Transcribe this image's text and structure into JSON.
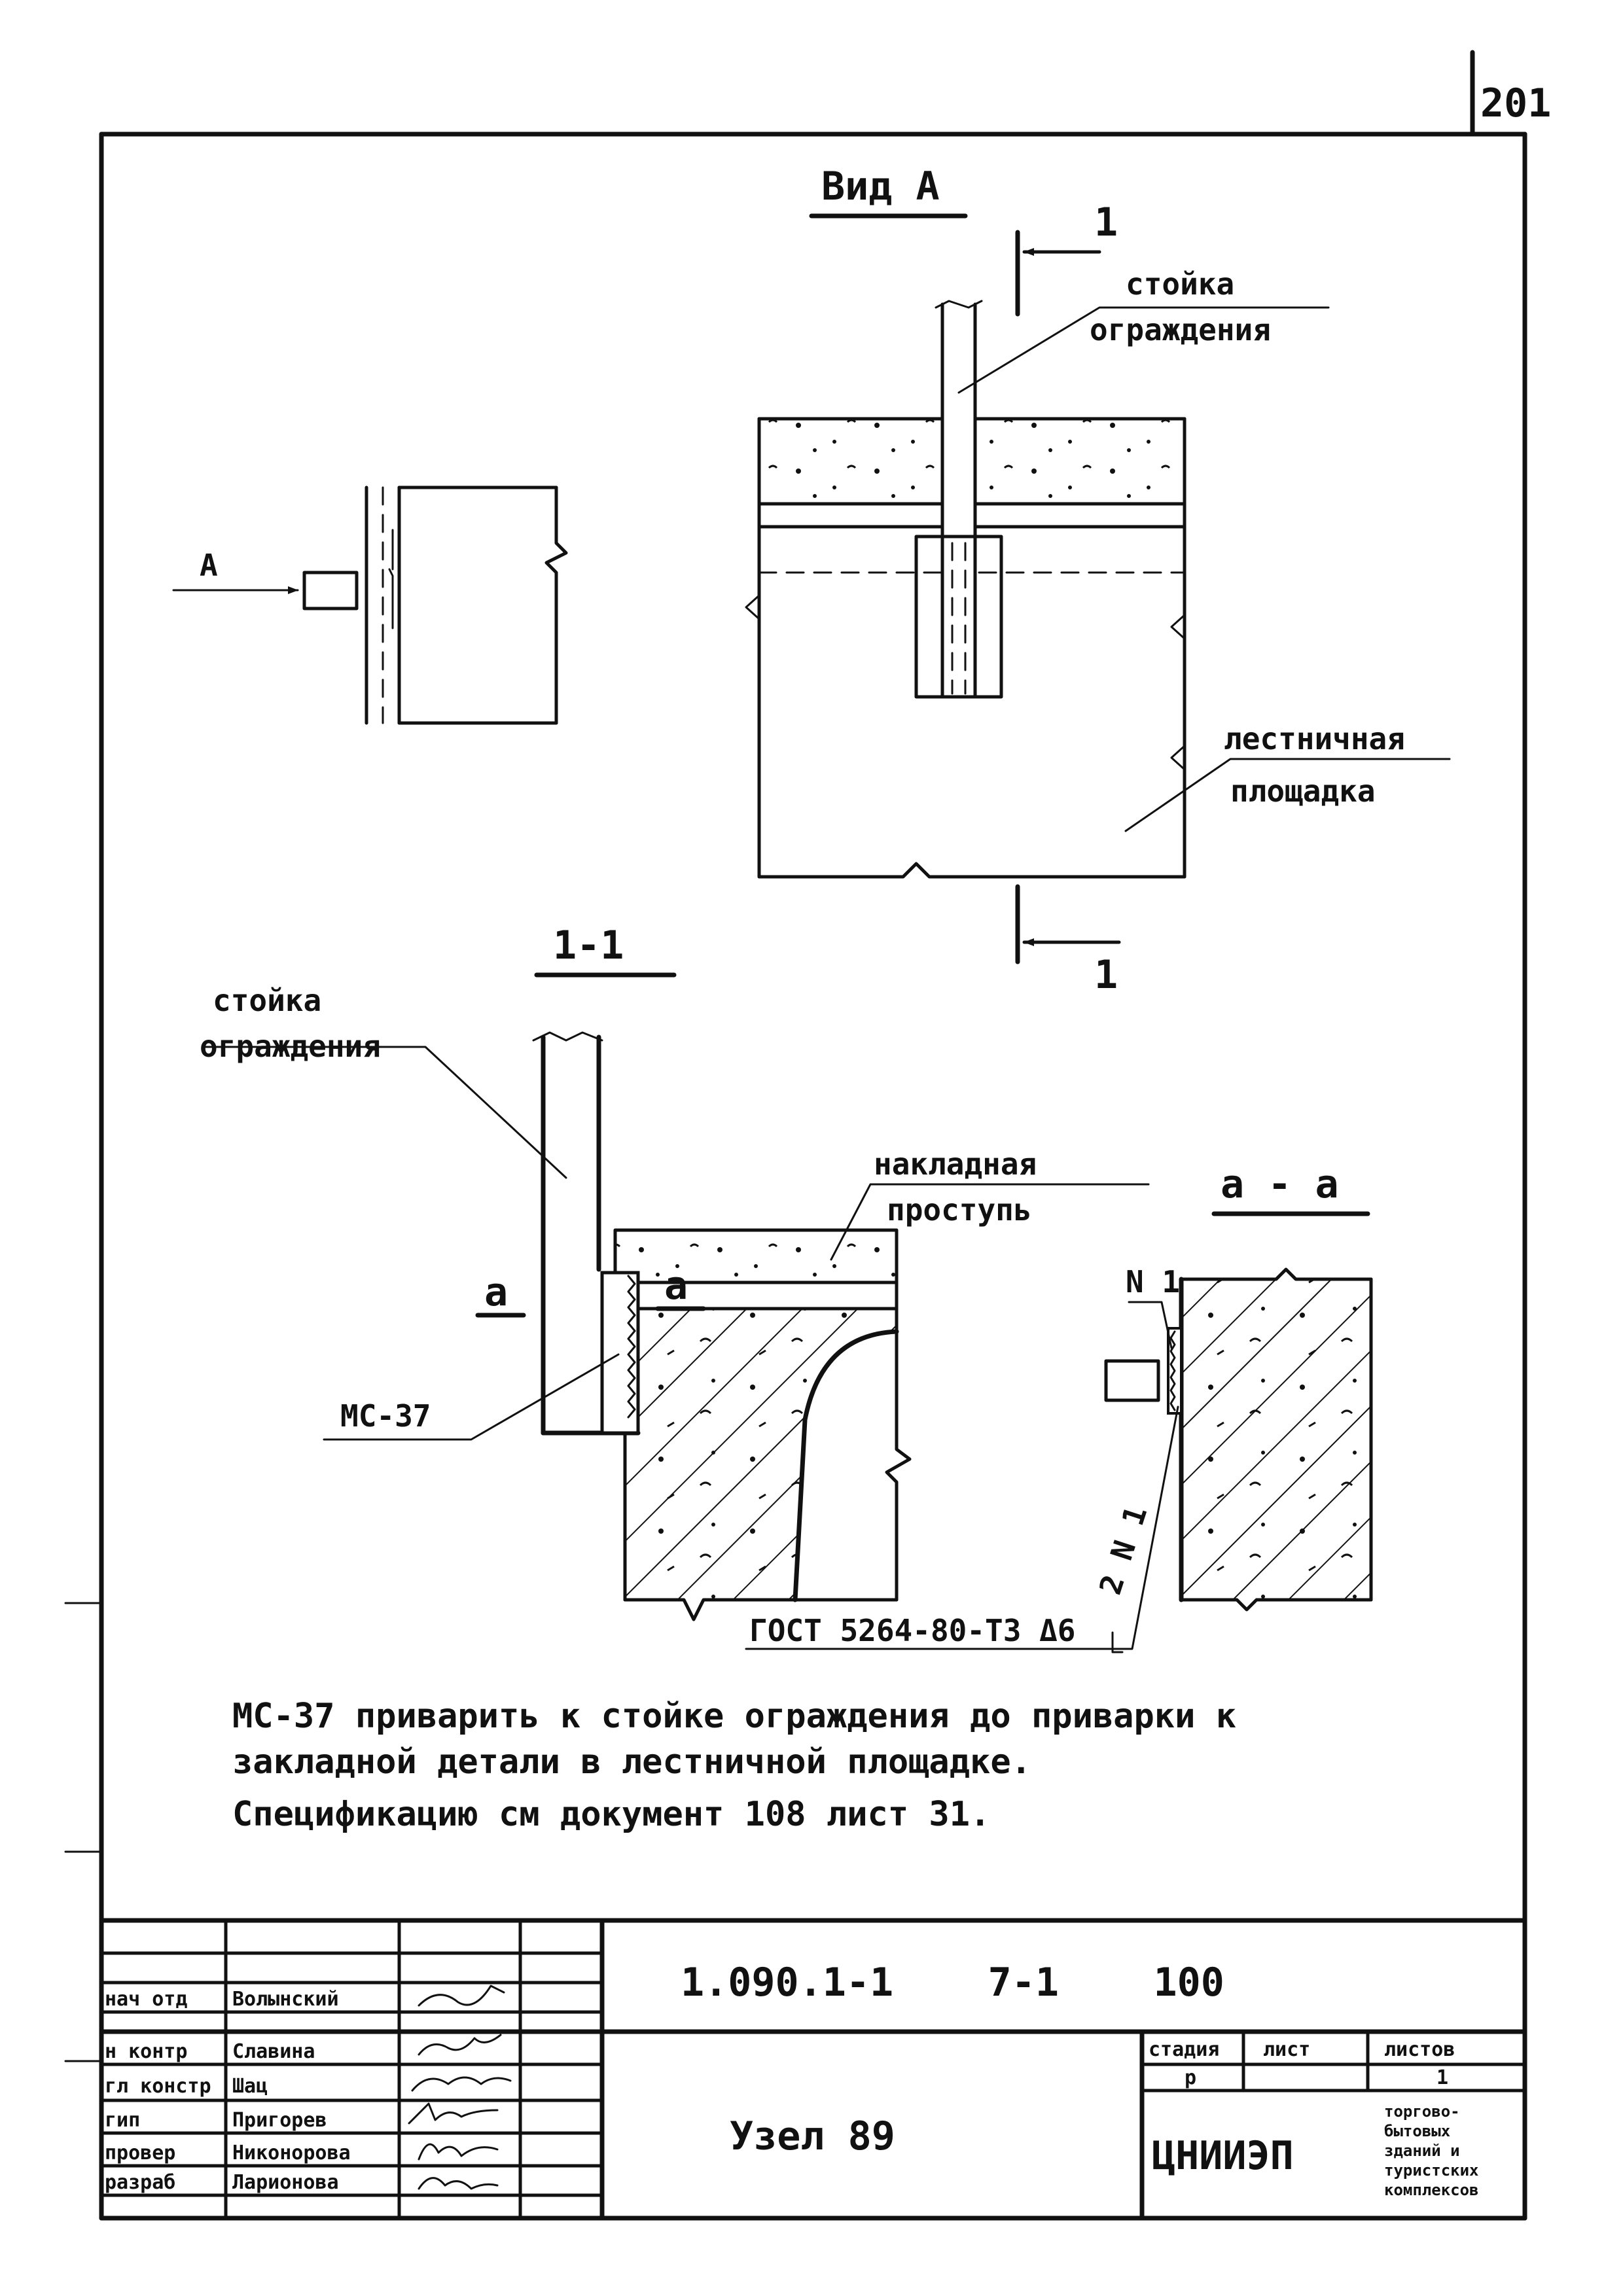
{
  "sheet_number": "201",
  "views": {
    "view_a_title": "Вид А",
    "arrow_a": "А",
    "section_mark": "1",
    "section_1_title": "1-1",
    "section_a_title": "а - а",
    "mark_a": "а"
  },
  "labels": {
    "post_line1": "стойка",
    "post_line2": "ограждения",
    "landing_line1": "лестничная",
    "landing_line2": "площадка",
    "overlay_line1": "накладная",
    "overlay_line2": "проступь",
    "part_mc37": "МС-37",
    "weld_n1": "N 1",
    "weld_size": "2 N 1",
    "gost": "ГОСТ 5264-80-Т3 Δ6"
  },
  "notes": [
    "МС-37 приварить к стойке ограждения до приварки к",
    "закладной детали в лестничной площадке.",
    "Спецификацию см документ 108 лист 31."
  ],
  "title_block": {
    "document_code": "1.090.1-1    7-1    100",
    "drawing_title": "Узел 89",
    "stage_header": "стадия",
    "sheet_header": "лист",
    "sheets_header": "листов",
    "stage_value": "р",
    "sheet_value": "1",
    "organization": "ЦНИИЭП",
    "organization_sub": [
      "торгово-",
      "бытовых",
      "зданий и",
      "туристских",
      "комплексов"
    ],
    "roles": [
      {
        "role": "нач отд",
        "name": "Волынский"
      },
      {
        "role": "н контр",
        "name": "Славина"
      },
      {
        "role": "гл констр",
        "name": "Шац"
      },
      {
        "role": "гип",
        "name": "Пригорев"
      },
      {
        "role": "провер",
        "name": "Никонорова"
      },
      {
        "role": "разраб",
        "name": "Ларионова"
      }
    ]
  }
}
